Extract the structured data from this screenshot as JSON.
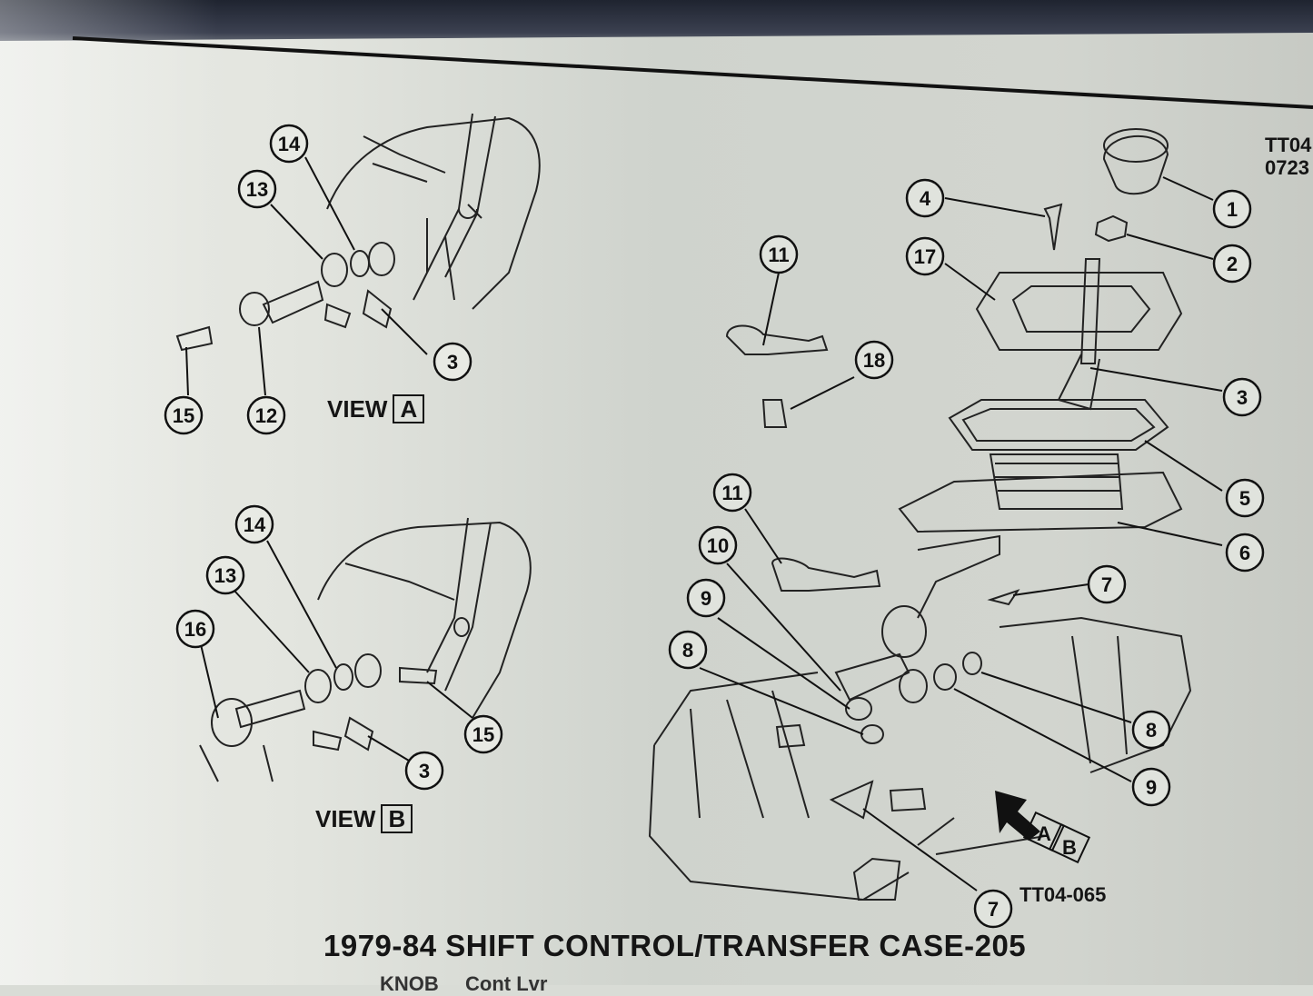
{
  "figure_ids": {
    "top_right_line1": "TT04",
    "top_right_line2": "0723",
    "bottom": "TT04-065"
  },
  "views": {
    "a": {
      "prefix": "VIEW",
      "letter": "A"
    },
    "b": {
      "prefix": "VIEW",
      "letter": "B"
    }
  },
  "arrow_box": {
    "a": "A",
    "b": "B"
  },
  "caption": "1979-84 SHIFT CONTROL/TRANSFER CASE-205",
  "footer_fragments": [
    "KNOB",
    "Cont Lvr"
  ],
  "callouts": {
    "view_a": [
      "14",
      "13",
      "3",
      "15",
      "12"
    ],
    "view_b": [
      "14",
      "13",
      "16",
      "15",
      "3"
    ],
    "main": [
      "1",
      "2",
      "4",
      "17",
      "3",
      "5",
      "6",
      "7",
      "8",
      "9",
      "7",
      "11",
      "18",
      "11",
      "10",
      "9",
      "8"
    ]
  }
}
